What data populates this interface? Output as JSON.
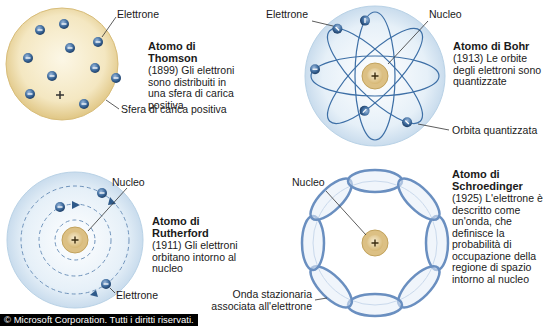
{
  "diagram": {
    "labels": [
      "Elettrone",
      "Atomo di Thomson",
      "(1899) Gli elettroni sono distribuiti in una sfera di carica positiva",
      "Sfera di carica positiva",
      "Elettrone",
      "Nucleo",
      "Atomo di Bohr",
      "(1913) Le orbite degli elettroni sono quantizzate",
      "Orbita quantizzata",
      "Nucleo",
      "Atomo di Rutherford",
      "(1911) Gli elettroni orbitano intorno al nucleo",
      "Elettrone",
      "Nucleo",
      "Atomo di Schroedinger",
      "(1925) L'elettrone è descritto come un'onda, che definisce la probabilità di occupazione della regione di spazio intorno al nucleo",
      "Onda stazionaria associata all'elettrone",
      "© Microsoft Corporation. Tutti i diritti riservati."
    ]
  }
}
